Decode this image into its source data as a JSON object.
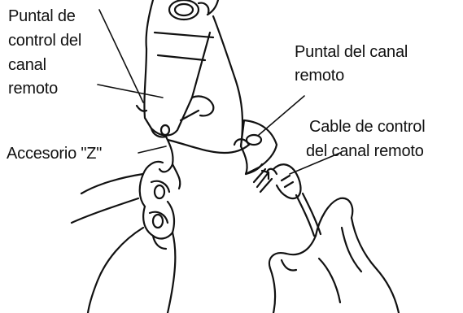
{
  "callouts": {
    "control_post_lines": [
      "Puntal de",
      "control del",
      "canal",
      "remoto"
    ],
    "remote_post_lines": [
      "Puntal del canal",
      "remoto"
    ],
    "z_accessory": "Accesorio \"Z\"",
    "cable_lines": [
      "Cable de control",
      "del canal remoto"
    ]
  },
  "colors": {
    "ink": "#111111",
    "paper": "#ffffff"
  }
}
